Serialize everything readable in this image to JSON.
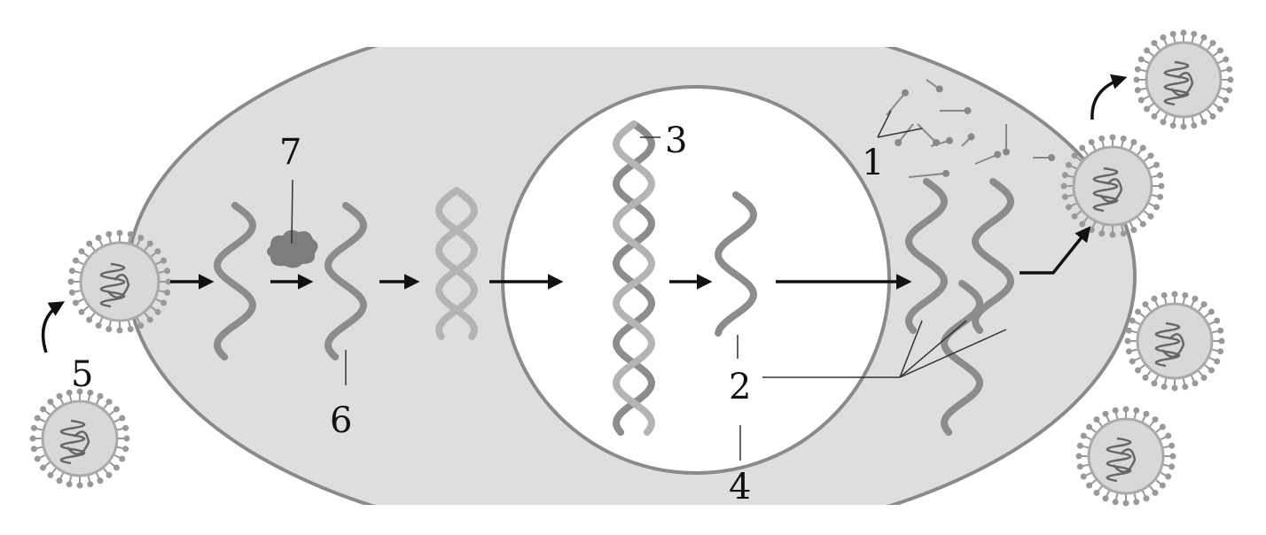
{
  "labels": {
    "l1": "1",
    "l2": "2",
    "l3": "3",
    "l4": "4",
    "l5": "5",
    "l6": "6",
    "l7": "7"
  },
  "colors": {
    "cell": "#dedede",
    "outline": "#8a8a8a",
    "strand": "#8c8c8c",
    "strand_light": "#b4b4b4",
    "nucleus": "#ffffff",
    "virus": "#d8d8d8",
    "arrow": "#111111"
  }
}
